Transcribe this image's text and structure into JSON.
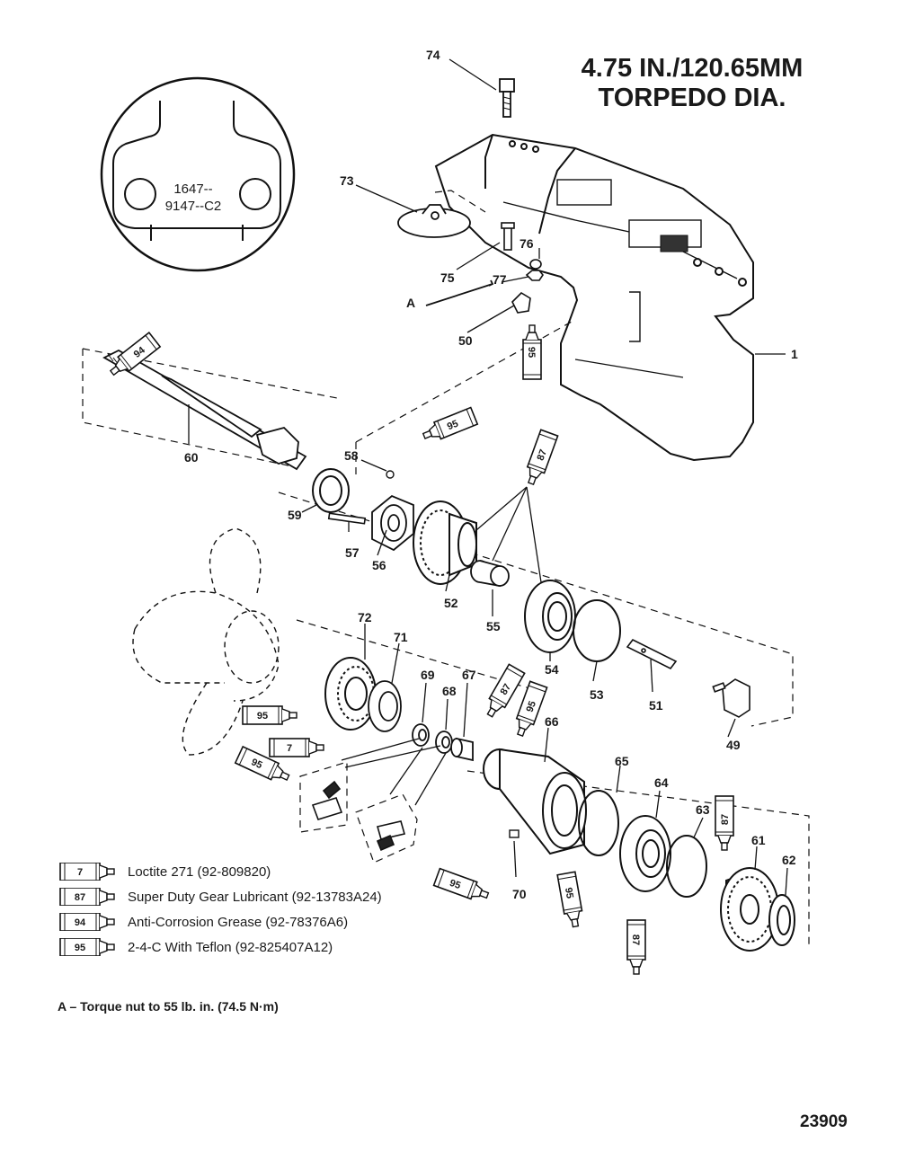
{
  "title": {
    "line1": "4.75 IN./120.65MM",
    "line2": "TORPEDO DIA."
  },
  "inset": {
    "line1": "1647--",
    "line2": "9147--C2"
  },
  "part_labels": [
    "1",
    "49",
    "50",
    "51",
    "52",
    "53",
    "54",
    "55",
    "56",
    "57",
    "58",
    "59",
    "60",
    "61",
    "62",
    "63",
    "64",
    "65",
    "66",
    "67",
    "68",
    "69",
    "70",
    "71",
    "72",
    "73",
    "74",
    "75",
    "76",
    "77"
  ],
  "callout_A": "A",
  "tube_codes": {
    "loctite": "7",
    "gear_lube": "87",
    "grease": "94",
    "teflon": "95"
  },
  "legend": [
    {
      "code": "7",
      "text": "Loctite 271 (92-809820)"
    },
    {
      "code": "87",
      "text": "Super Duty Gear Lubricant (92-13783A24)"
    },
    {
      "code": "94",
      "text": "Anti-Corrosion Grease (92-78376A6)"
    },
    {
      "code": "95",
      "text": "2-4-C  With Teflon (92-825407A12)"
    }
  ],
  "note": "A – Torque nut to 55 lb. in. (74.5 N·m)",
  "reference_number": "23909"
}
